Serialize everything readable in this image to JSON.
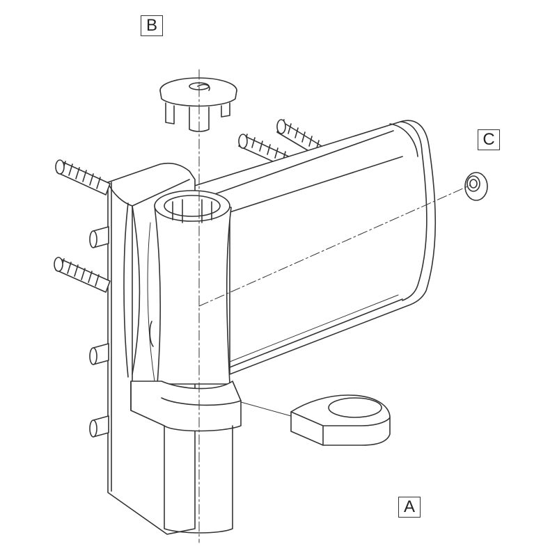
{
  "labels": {
    "a": "A",
    "b": "B",
    "c": "C"
  },
  "colors": {
    "line": "#333333",
    "fill": "#ffffff",
    "shade": "#f2f2f2"
  }
}
